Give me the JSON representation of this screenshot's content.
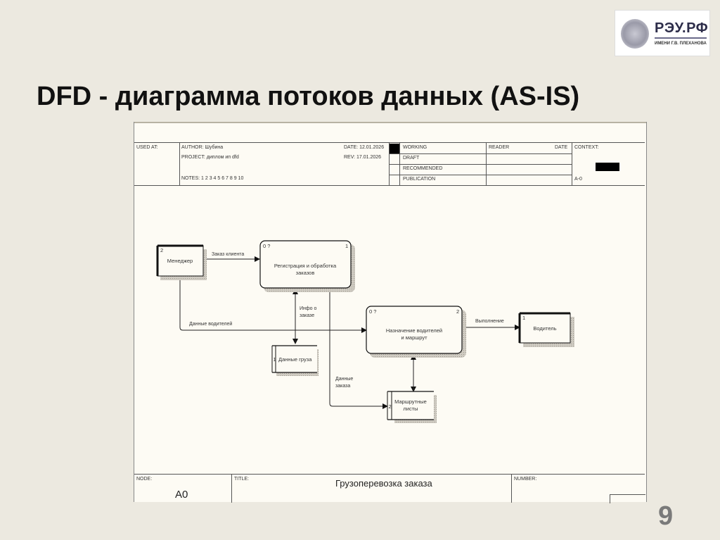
{
  "slide": {
    "title": "DFD - диаграмма потоков данных (AS-IS)",
    "page_number": "9",
    "background_color": "#ece9e0"
  },
  "logo": {
    "brand": "РЭУ.РФ",
    "subtitle": "ИМЕНИ Г.В. ПЛЕХАНОВА"
  },
  "header": {
    "used_at_label": "USED AT:",
    "author_label": "AUTHOR:",
    "author": "Шубина",
    "project_label": "PROJECT:",
    "project": "диплом ип dfd",
    "date_label": "DATE:",
    "date": "12.01.2026",
    "rev_label": "REV:",
    "rev": "17.01.2026",
    "notes_label": "NOTES:",
    "notes": "1 2 3 4 5 6 7 8 9 10",
    "statuses": [
      "WORKING",
      "DRAFT",
      "RECOMMENDED",
      "PUBLICATION"
    ],
    "reader_label": "READER",
    "reader_date_label": "DATE",
    "context_label": "CONTEXT:",
    "context_node": "A-0"
  },
  "diagram": {
    "processes": [
      {
        "id": "1",
        "label_line1": "Регистрация и обработка",
        "label_line2": "заказов",
        "corner_left": "0 ?",
        "corner_right": "1"
      },
      {
        "id": "2",
        "label_line1": "Назначение водителей",
        "label_line2": "и маршрут",
        "corner_left": "0 ?",
        "corner_right": "2"
      }
    ],
    "external_entities": [
      {
        "id": "2",
        "label": "Менеджер"
      },
      {
        "id": "1",
        "label": "Водитель"
      }
    ],
    "data_stores": [
      {
        "id": "1",
        "label": "Данные груза"
      },
      {
        "id": "2",
        "label_line1": "Маршрутные",
        "label_line2": "листы"
      }
    ],
    "flows": [
      {
        "label": "Заказ клиента"
      },
      {
        "label": "Данные водителей"
      },
      {
        "label_line1": "Инфо о",
        "label_line2": "заказе"
      },
      {
        "label_line1": "Данные",
        "label_line2": "заказа"
      },
      {
        "label": "Выполнение"
      }
    ]
  },
  "footer": {
    "node_label": "NODE:",
    "node": "A0",
    "title_label": "TITLE:",
    "title": "Грузоперевозка заказа",
    "number_label": "NUMBER:"
  }
}
